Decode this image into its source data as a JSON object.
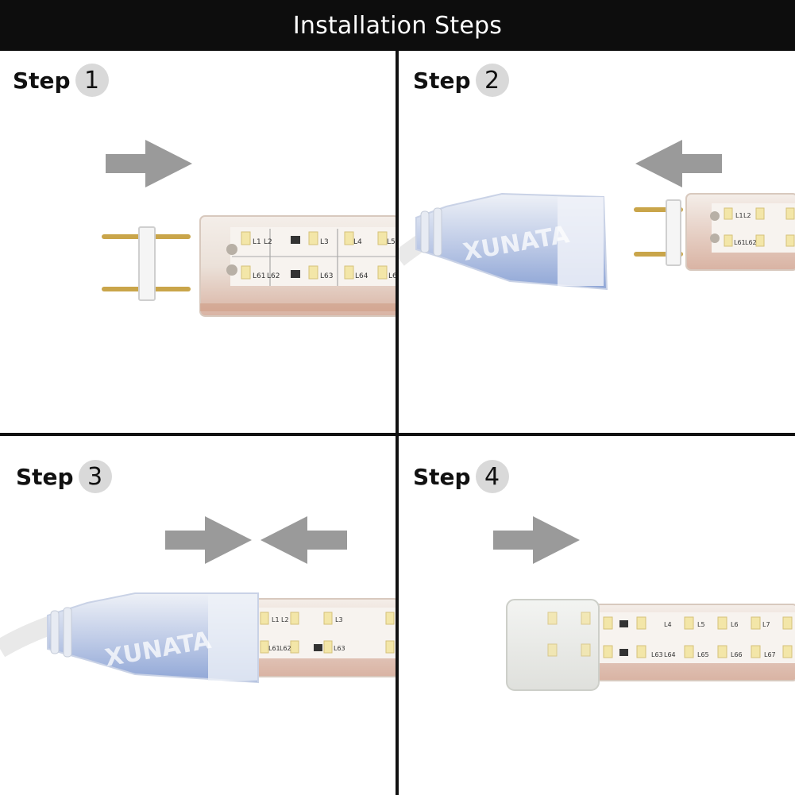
{
  "header": {
    "title": "Installation Steps"
  },
  "steps": [
    {
      "word": "Step",
      "number": "1"
    },
    {
      "word": "Step",
      "number": "2"
    },
    {
      "word": "Step",
      "number": "3"
    },
    {
      "word": "Step",
      "number": "4"
    }
  ],
  "brand": {
    "watermark": "XUNATA"
  },
  "strip_labels": {
    "l1": "L1",
    "l2": "L2",
    "l3": "L3",
    "l4": "L4",
    "l5": "L5",
    "l6": "L6",
    "l7": "L7",
    "l61": "L61",
    "l62": "L62",
    "l63": "L63",
    "l64": "L64",
    "l65": "L65",
    "l66": "L66",
    "l67": "L67"
  },
  "colors": {
    "header_bg": "#0d0d0d",
    "arrow": "#9a9a9a",
    "led": "#f3e6a8",
    "pin": "#c9a54a",
    "connector_blue": "#8fa6d6",
    "strip_copper": "#c79a86"
  }
}
